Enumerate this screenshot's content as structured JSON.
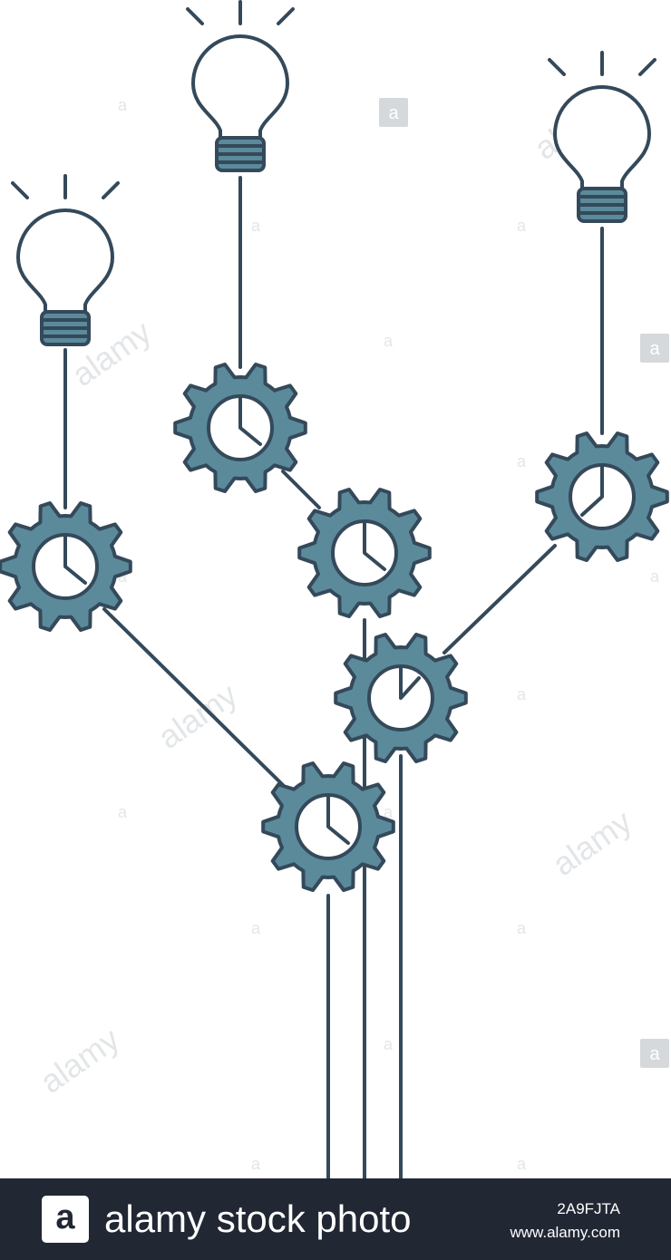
{
  "illustration": {
    "colors": {
      "line": "#34495a",
      "gear_fill": "#5b8a9b",
      "bulb_base": "#5b8a9b",
      "background": "#ffffff"
    },
    "icons": [
      "lightbulb-icon",
      "gear-icon"
    ]
  },
  "watermark": {
    "text": "alamy",
    "box_letter": "a"
  },
  "footer": {
    "logo_letter": "a",
    "brand": "alamy stock photo",
    "image_id": "2A9FJTA",
    "url": "www.alamy.com",
    "background": "#212733"
  }
}
